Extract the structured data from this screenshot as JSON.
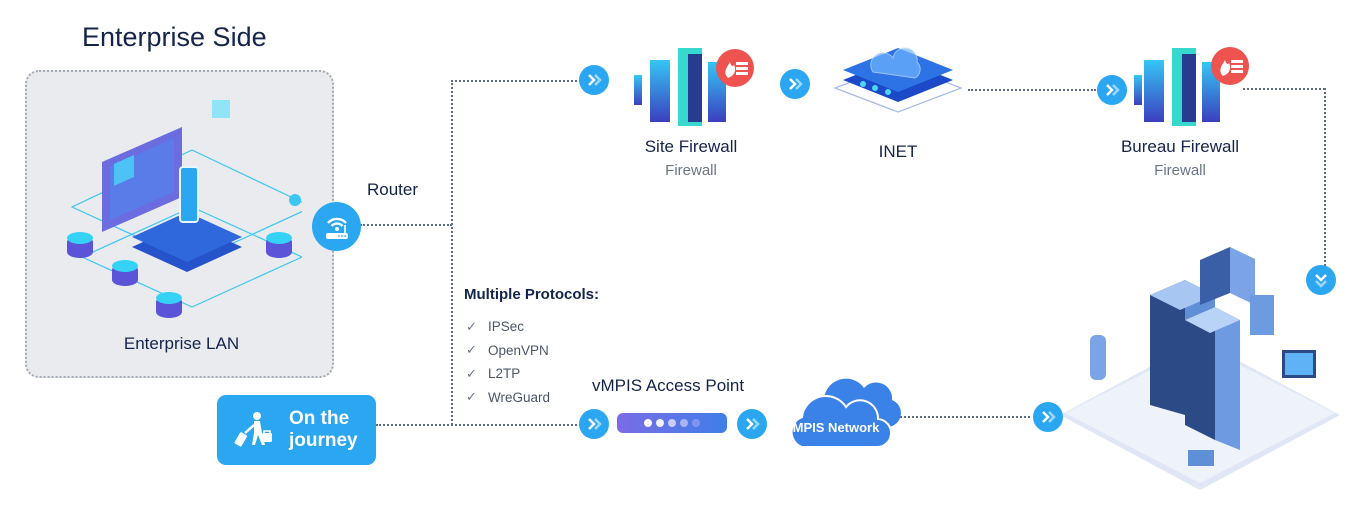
{
  "header": {
    "title": "Enterprise Side"
  },
  "enterprise_lan": {
    "label": "Enterprise LAN",
    "icon": "enterprise-lan-illustration"
  },
  "router": {
    "label": "Router",
    "icon": "wifi-router-icon"
  },
  "on_the_journey": {
    "line1": "On the",
    "line2": "journey",
    "icon": "traveler-with-luggage-icon"
  },
  "protocols": {
    "title": "Multiple Protocols:",
    "check_glyph": "✓",
    "items": [
      "IPSec",
      "OpenVPN",
      "L2TP",
      "WreGuard"
    ]
  },
  "access_point": {
    "label": "vMPIS Access Point",
    "dots": 5
  },
  "mpis_network": {
    "label": "MPIS Network",
    "icon": "cloud-icon"
  },
  "site_firewall": {
    "title": "Site Firewall",
    "subtitle": "Firewall",
    "icon": "firewall-server-illustration"
  },
  "inet": {
    "title": "INET",
    "icon": "inet-cloud-platform-illustration"
  },
  "bureau_firewall": {
    "title": "Bureau Firewall",
    "subtitle": "Firewall",
    "icon": "firewall-server-illustration"
  },
  "datacenter": {
    "icon": "datacenter-illustration"
  },
  "colors": {
    "accent_blue": "#2aa7f0",
    "firewall_badge": "#ef5350",
    "cloud_blue": "#3b82e8",
    "text_dark": "#14244a",
    "text_muted": "#6b7589",
    "connector": "#5d6b8a"
  }
}
